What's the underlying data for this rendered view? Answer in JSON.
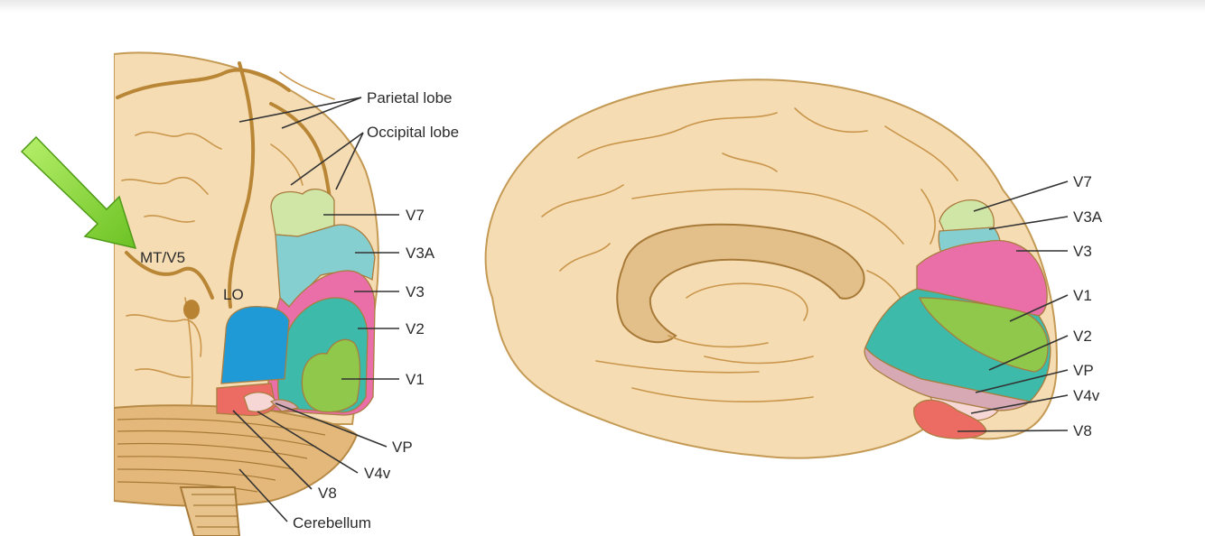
{
  "colors": {
    "brain": "#f5dcb3",
    "sulcus": "#c49a55",
    "V7": "#cfe6a6",
    "V3A": "#86cfd0",
    "V3": "#ea6fa8",
    "V2": "#3dbaa9",
    "V1": "#8fc84a",
    "LO": "#1f9ad6",
    "VP": "#d6a9b4",
    "V4v": "#f7d6d6",
    "V8": "#ec6b63",
    "arrow": "#8cd63c"
  },
  "icons": {
    "pointer": "green-arrow-icon"
  },
  "lateral_view": {
    "labels": {
      "parietal": "Parietal lobe",
      "occipital": "Occipital lobe",
      "v7": "V7",
      "v3a": "V3A",
      "v3": "V3",
      "v2": "V2",
      "v1": "V1",
      "mt": "MT/V5",
      "lo": "LO",
      "vp": "VP",
      "v4v": "V4v",
      "v8": "V8",
      "cerebellum": "Cerebellum"
    }
  },
  "medial_view": {
    "labels": {
      "v7": "V7",
      "v3a": "V3A",
      "v3": "V3",
      "v1": "V1",
      "v2": "V2",
      "vp": "VP",
      "v4v": "V4v",
      "v8": "V8"
    }
  }
}
